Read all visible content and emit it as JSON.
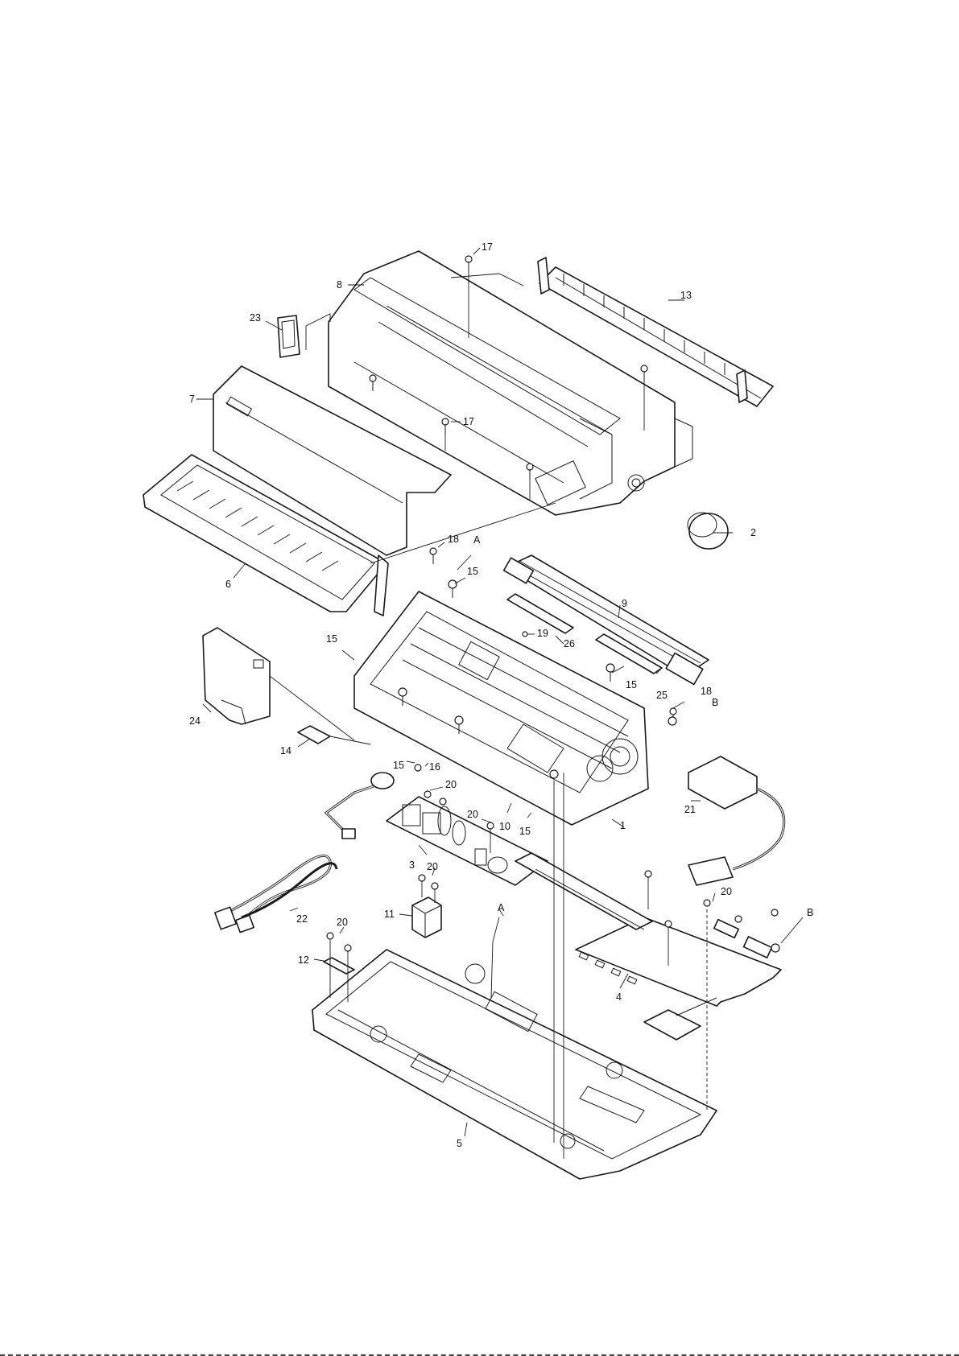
{
  "diagram": {
    "callouts": [
      {
        "id": "17a",
        "text": "17"
      },
      {
        "id": "8",
        "text": "8"
      },
      {
        "id": "13",
        "text": "13"
      },
      {
        "id": "23",
        "text": "23"
      },
      {
        "id": "7",
        "text": "7"
      },
      {
        "id": "17b",
        "text": "17"
      },
      {
        "id": "2",
        "text": "2"
      },
      {
        "id": "6",
        "text": "6"
      },
      {
        "id": "18a",
        "text": "18"
      },
      {
        "id": "A1",
        "text": "A"
      },
      {
        "id": "15a",
        "text": "15"
      },
      {
        "id": "9",
        "text": "9"
      },
      {
        "id": "19",
        "text": "19"
      },
      {
        "id": "26",
        "text": "26"
      },
      {
        "id": "15b",
        "text": "15"
      },
      {
        "id": "15c",
        "text": "15"
      },
      {
        "id": "25",
        "text": "25"
      },
      {
        "id": "18b",
        "text": "18"
      },
      {
        "id": "B1",
        "text": "B"
      },
      {
        "id": "24",
        "text": "24"
      },
      {
        "id": "14",
        "text": "14"
      },
      {
        "id": "15d",
        "text": "15"
      },
      {
        "id": "16",
        "text": "16"
      },
      {
        "id": "20a",
        "text": "20"
      },
      {
        "id": "20b",
        "text": "20"
      },
      {
        "id": "10",
        "text": "10"
      },
      {
        "id": "15e",
        "text": "15"
      },
      {
        "id": "1",
        "text": "1"
      },
      {
        "id": "21",
        "text": "21"
      },
      {
        "id": "3",
        "text": "3"
      },
      {
        "id": "20c",
        "text": "20"
      },
      {
        "id": "A2",
        "text": "A"
      },
      {
        "id": "11",
        "text": "11"
      },
      {
        "id": "22",
        "text": "22"
      },
      {
        "id": "20d",
        "text": "20"
      },
      {
        "id": "20e",
        "text": "20"
      },
      {
        "id": "B2",
        "text": "B"
      },
      {
        "id": "12",
        "text": "12"
      },
      {
        "id": "4",
        "text": "4"
      },
      {
        "id": "5",
        "text": "5"
      }
    ]
  }
}
